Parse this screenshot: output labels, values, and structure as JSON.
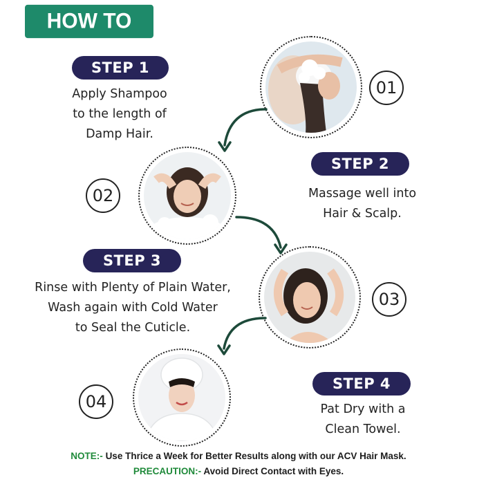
{
  "header": {
    "title": "HOW TO USE"
  },
  "steps": [
    {
      "label": "STEP 1",
      "number": "01",
      "lines": [
        "Apply Shampoo",
        "to the length of",
        "Damp Hair."
      ]
    },
    {
      "label": "STEP 2",
      "number": "02",
      "lines": [
        "Massage well into",
        "Hair & Scalp."
      ]
    },
    {
      "label": "STEP 3",
      "number": "03",
      "lines": [
        "Rinse with Plenty of Plain Water,",
        "Wash again with Cold Water",
        "to Seal the Cuticle."
      ]
    },
    {
      "label": "STEP 4",
      "number": "04",
      "lines": [
        "Pat Dry with a",
        "Clean Towel."
      ]
    }
  ],
  "footer": {
    "note_tag": "NOTE:-",
    "note_text": "Use Thrice a Week for Better Results along with our ACV Hair Mask.",
    "precaution_tag": "PRECAUTION:-",
    "precaution_text": "Avoid Direct Contact with Eyes."
  },
  "colors": {
    "banner": "#1e8a6a",
    "pill": "#272458",
    "arrow": "#1d4a3a",
    "note_tag": "#1f8a3a"
  },
  "icons": [
    "curved-arrow-icon"
  ]
}
